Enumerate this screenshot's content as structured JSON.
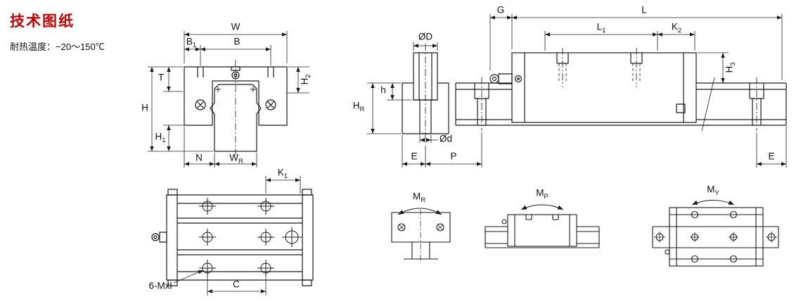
{
  "header": {
    "title": "技术图纸",
    "temp_label": "耐热温度：",
    "temp_value": "−20～150℃"
  },
  "dims": {
    "W": {
      "main": "W",
      "sub": ""
    },
    "B1": {
      "main": "B",
      "sub": "1"
    },
    "B": {
      "main": "B",
      "sub": ""
    },
    "T": {
      "main": "T",
      "sub": ""
    },
    "H": {
      "main": "H",
      "sub": ""
    },
    "H1": {
      "main": "H",
      "sub": "1"
    },
    "H2": {
      "main": "H",
      "sub": "2"
    },
    "N": {
      "main": "N",
      "sub": ""
    },
    "WR": {
      "main": "W",
      "sub": "R"
    },
    "G": {
      "main": "G",
      "sub": ""
    },
    "L": {
      "main": "L",
      "sub": ""
    },
    "L1": {
      "main": "L",
      "sub": "1"
    },
    "K2": {
      "main": "K",
      "sub": "2"
    },
    "OD": {
      "main": "ØD",
      "sub": ""
    },
    "h": {
      "main": "h",
      "sub": ""
    },
    "HR": {
      "main": "H",
      "sub": "R"
    },
    "Od": {
      "main": "Ød",
      "sub": ""
    },
    "E_left": {
      "main": "E",
      "sub": ""
    },
    "P": {
      "main": "P",
      "sub": ""
    },
    "E_right": {
      "main": "E",
      "sub": ""
    },
    "H3": {
      "main": "H",
      "sub": "3"
    },
    "K1": {
      "main": "K",
      "sub": "1"
    },
    "C": {
      "main": "C",
      "sub": ""
    },
    "Mxl": {
      "main": "6-Mxl",
      "sub": ""
    },
    "MR": {
      "main": "M",
      "sub": "R"
    },
    "MP": {
      "main": "M",
      "sub": "P"
    },
    "MY": {
      "main": "M",
      "sub": "Y"
    }
  }
}
